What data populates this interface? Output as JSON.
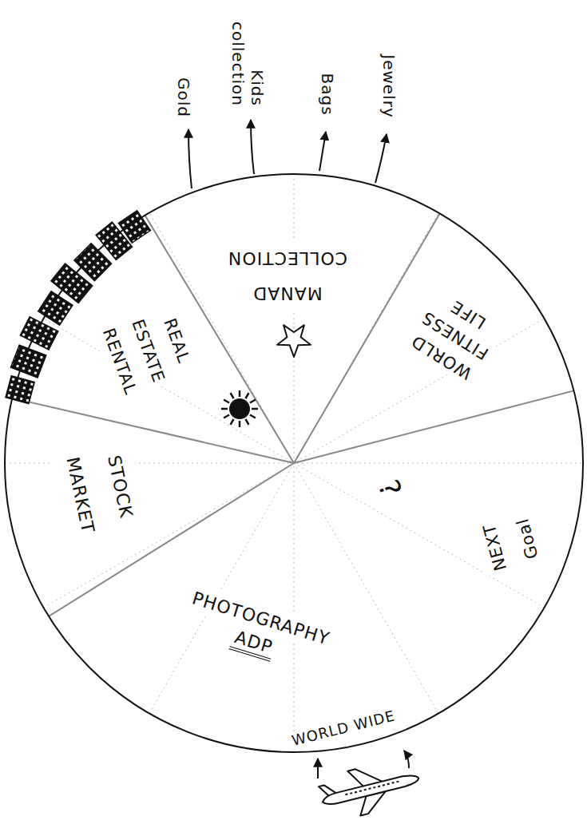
{
  "diagram": {
    "nodes": [
      {
        "text": [
          "MANAD COLLECTION"
        ]
      },
      {
        "text": [
          "WORLD FITNESS LIFE"
        ]
      },
      {
        "text": [
          "NEXT Goal"
        ]
      },
      {
        "text": [
          "PHOTOGRAPHY",
          "ADP"
        ]
      },
      {
        "text": [
          "STOCK MARKET"
        ]
      },
      {
        "text": [
          "REAL ESTATE RENTAL"
        ]
      }
    ],
    "labels": [
      "Gold",
      "Kids collection",
      "Bags",
      "Jewelry",
      "?",
      "WORLD WIDE"
    ]
  }
}
